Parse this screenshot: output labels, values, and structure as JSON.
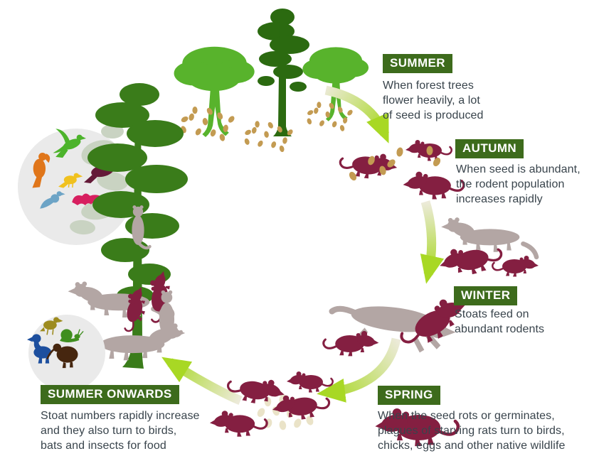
{
  "diagram": {
    "name": "stoat-rodent-seed-cycle",
    "stages": [
      {
        "id": "summer",
        "label": "SUMMER",
        "description": "When forest trees\nflower heavily, a lot\nof seed is produced"
      },
      {
        "id": "autumn",
        "label": "AUTUMN",
        "description": "When seed is abundant,\nthe rodent population\nincreases rapidly"
      },
      {
        "id": "winter",
        "label": "WINTER",
        "description": "Stoats feed on\nabundant rodents"
      },
      {
        "id": "spring",
        "label": "SPRING",
        "description": "When the seed rots or germinates,\nplagues of starving rats turn to birds,\nchicks, eggs and other native wildlife"
      },
      {
        "id": "summer_onwards",
        "label": "SUMMER ONWARDS",
        "description": "Stoat numbers rapidly increase\nand they also turn to birds,\nbats and insects for food"
      }
    ],
    "cycle_arrows": [
      {
        "from": "summer",
        "to": "autumn"
      },
      {
        "from": "autumn",
        "to": "winter"
      },
      {
        "from": "winter",
        "to": "spring"
      },
      {
        "from": "spring",
        "to": "summer_onwards"
      }
    ],
    "illustrations": [
      "flowering-forest-trees-icon",
      "falling-seed-icon",
      "rodent-population-icon",
      "stoat-with-rodents-icon",
      "stoat-chasing-rodents-icon",
      "starving-rat-plague-icon",
      "stoat-group-icon",
      "native-wildlife-circle-icon",
      "native-ground-birds-circle-icon",
      "tall-forest-tree-icon"
    ]
  },
  "palette": {
    "label_bg": "#3d6b1c",
    "text": "#39444c",
    "tree_bright": "#58b32c",
    "tree_dark": "#2b6a10",
    "tree_mid": "#3a7c1a",
    "seed_tan": "#c39b52",
    "seed_pale": "#eae3c8",
    "rat": "#841f41",
    "stoat": "#b3a6a4",
    "arrow_bright": "#a8d824",
    "arrow_pale": "#ecead9",
    "circle_bg": "#eaeaea",
    "faded_fauna": "#c9d3c2",
    "bird_green": "#4cb32b",
    "bird_orange": "#e0761a",
    "bird_yellow": "#f0c11e",
    "bird_blue": "#6da4c6",
    "bird_maroon": "#641a38",
    "bat_pink": "#d71f5f",
    "bird_olive": "#9d8b1e",
    "snail_green": "#3f8e1f",
    "duck_blue": "#1d4f9e",
    "kiwi_brown": "#46260f"
  }
}
